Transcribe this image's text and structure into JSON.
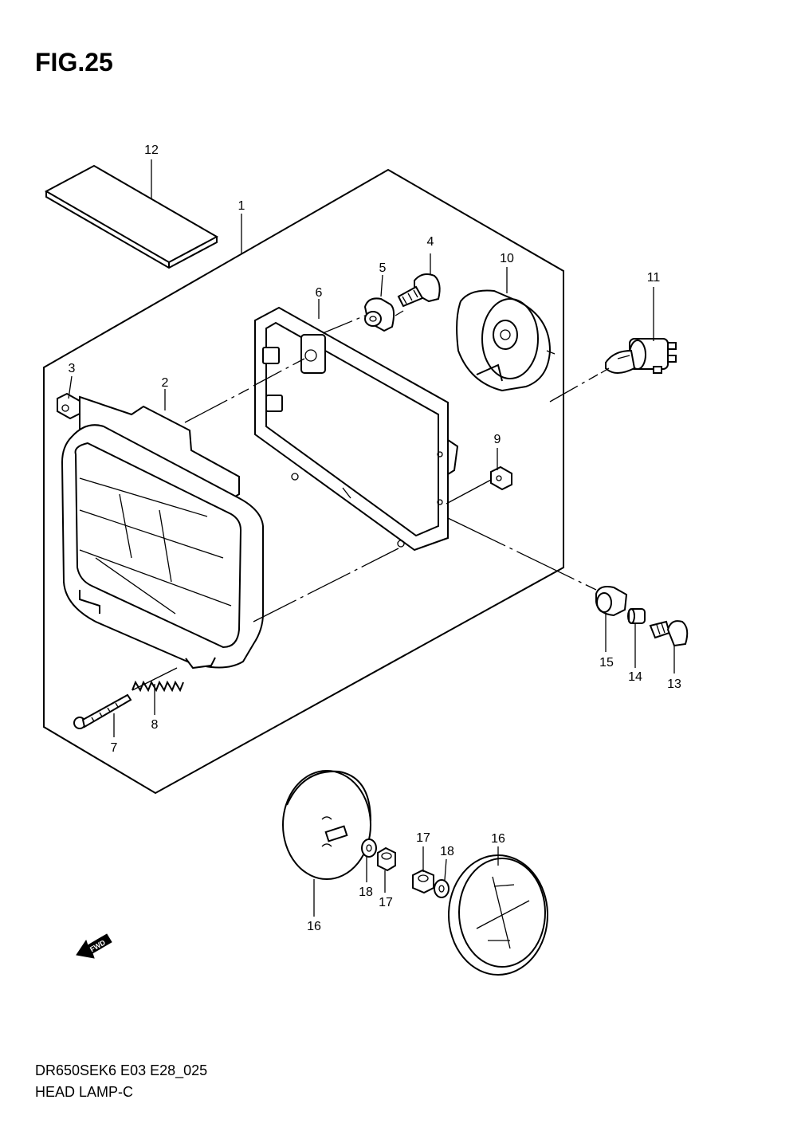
{
  "figure": {
    "title": "FIG.25",
    "model_code": "DR650SEK6 E03 E28_025",
    "diagram_name": "HEAD LAMP-C",
    "forward_marker": "FWD"
  },
  "callouts": [
    {
      "id": "c1",
      "label": "1"
    },
    {
      "id": "c2",
      "label": "2"
    },
    {
      "id": "c3",
      "label": "3"
    },
    {
      "id": "c4",
      "label": "4"
    },
    {
      "id": "c5",
      "label": "5"
    },
    {
      "id": "c6",
      "label": "6"
    },
    {
      "id": "c7",
      "label": "7"
    },
    {
      "id": "c8",
      "label": "8"
    },
    {
      "id": "c9",
      "label": "9"
    },
    {
      "id": "c10",
      "label": "10"
    },
    {
      "id": "c11",
      "label": "11"
    },
    {
      "id": "c12",
      "label": "12"
    },
    {
      "id": "c13",
      "label": "13"
    },
    {
      "id": "c14",
      "label": "14"
    },
    {
      "id": "c15",
      "label": "15"
    },
    {
      "id": "c16a",
      "label": "16"
    },
    {
      "id": "c16b",
      "label": "16"
    },
    {
      "id": "c17a",
      "label": "17"
    },
    {
      "id": "c17b",
      "label": "17"
    },
    {
      "id": "c18a",
      "label": "18"
    },
    {
      "id": "c18b",
      "label": "18"
    }
  ]
}
